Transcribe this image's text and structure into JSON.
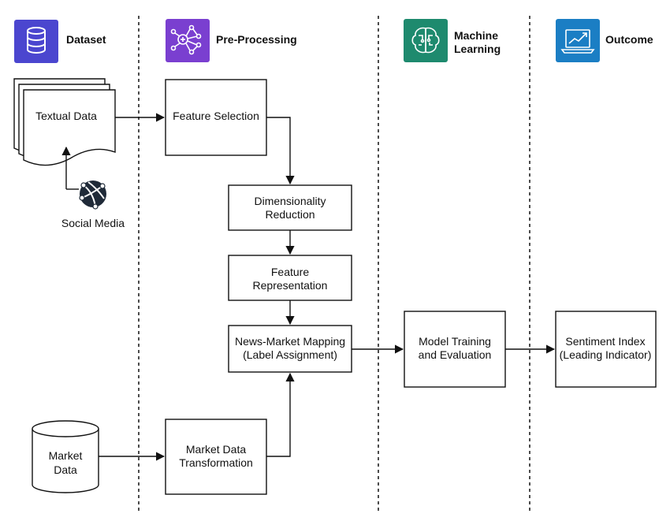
{
  "colors": {
    "dataset": "#4b46cf",
    "preprocessing": "#7a3fd0",
    "machine_learning": "#1e8a6e",
    "outcome": "#1b7ec4",
    "ink": "#111111"
  },
  "lanes": {
    "dataset": {
      "title": "Dataset",
      "icon": "database-icon"
    },
    "preprocessing": {
      "title": "Pre-Processing",
      "icon": "neural-network-icon"
    },
    "machine_learning": {
      "title_line1": "Machine",
      "title_line2": "Learning",
      "icon": "brain-circuit-icon"
    },
    "outcome": {
      "title": "Outcome",
      "icon": "chart-monitor-icon"
    }
  },
  "nodes": {
    "textual_data": {
      "label": "Textual Data"
    },
    "social_media": {
      "label": "Social Media",
      "icon": "globe-network-icon"
    },
    "market_data": {
      "line1": "Market",
      "line2": "Data"
    },
    "feature_selection": {
      "label": "Feature Selection"
    },
    "dimensionality_reduction": {
      "line1": "Dimensionality",
      "line2": "Reduction"
    },
    "feature_representation": {
      "line1": "Feature",
      "line2": "Representation"
    },
    "news_market_mapping": {
      "line1": "News-Market Mapping",
      "line2": "(Label Assignment)"
    },
    "market_data_transformation": {
      "line1": "Market Data",
      "line2": "Transformation"
    },
    "model_training": {
      "line1": "Model Training",
      "line2": "and Evaluation"
    },
    "sentiment_index": {
      "line1": "Sentiment Index",
      "line2": "(Leading Indicator)"
    }
  }
}
